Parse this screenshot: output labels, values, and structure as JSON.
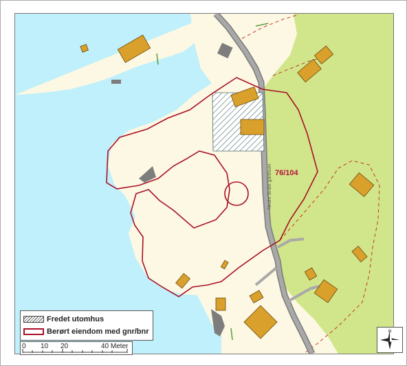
{
  "map": {
    "parcel_label": "76/104",
    "road_name": "Nedre Bräte gårdsvei",
    "colors": {
      "water": "#bff0fb",
      "land": "#fdf8e3",
      "vegetation": "#d1e58a",
      "building_fill": "#d9a02b",
      "building_stroke": "#6a4a10",
      "grey_building": "#7d7d7d",
      "road": "#909090",
      "parcel_boundary": "#a80f26",
      "dashed_path": "#c0392b"
    }
  },
  "legend": {
    "items": [
      {
        "label": "Fredet utomhus",
        "symbol": "hatched-area"
      },
      {
        "label": "Berørt eiendom med gnr/bnr",
        "symbol": "red-outline"
      }
    ]
  },
  "scalebar": {
    "ticks": [
      "0",
      "10",
      "20",
      "40 Meter"
    ]
  },
  "compass": {
    "north_label": "N",
    "icon": "compass-rose-icon"
  }
}
